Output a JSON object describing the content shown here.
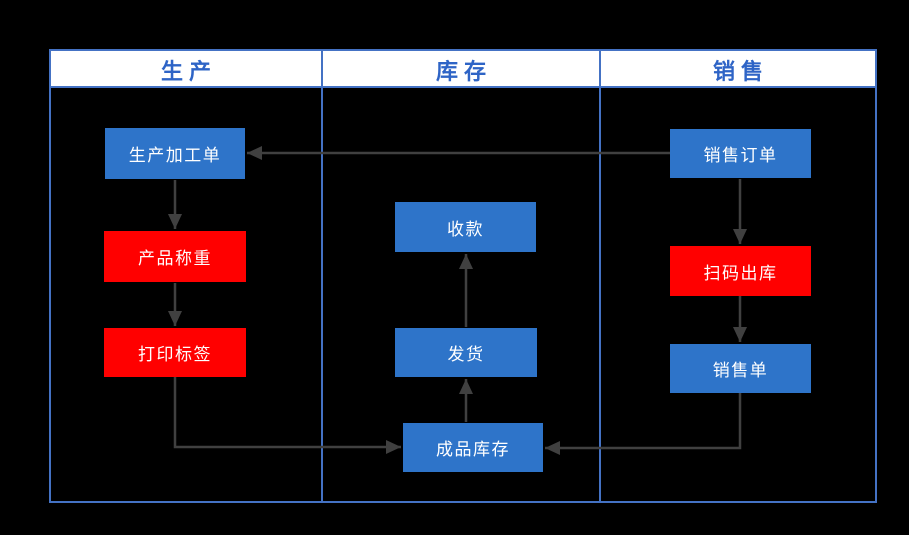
{
  "diagram": {
    "title": "",
    "headers": [
      "生产",
      "库存",
      "销售"
    ],
    "nodes": [
      {
        "id": "production-order",
        "label": "生产加工单",
        "color": "blue",
        "column": "生产"
      },
      {
        "id": "product-weighing",
        "label": "产品称重",
        "color": "red",
        "column": "生产"
      },
      {
        "id": "print-label",
        "label": "打印标签",
        "color": "red",
        "column": "生产"
      },
      {
        "id": "payment-collection",
        "label": "收款",
        "color": "blue",
        "column": "库存"
      },
      {
        "id": "shipping",
        "label": "发货",
        "color": "blue",
        "column": "库存"
      },
      {
        "id": "finished-goods-inventory",
        "label": "成品库存",
        "color": "blue",
        "column": "库存"
      },
      {
        "id": "sales-order",
        "label": "销售订单",
        "color": "blue",
        "column": "销售"
      },
      {
        "id": "scan-outbound",
        "label": "扫码出库",
        "color": "red",
        "column": "销售"
      },
      {
        "id": "sales-slip",
        "label": "销售单",
        "color": "blue",
        "column": "销售"
      }
    ],
    "edges": [
      {
        "from": "sales-order",
        "to": "production-order"
      },
      {
        "from": "production-order",
        "to": "product-weighing"
      },
      {
        "from": "product-weighing",
        "to": "print-label"
      },
      {
        "from": "print-label",
        "to": "finished-goods-inventory"
      },
      {
        "from": "sales-order",
        "to": "scan-outbound"
      },
      {
        "from": "scan-outbound",
        "to": "sales-slip"
      },
      {
        "from": "sales-slip",
        "to": "finished-goods-inventory"
      },
      {
        "from": "finished-goods-inventory",
        "to": "shipping"
      },
      {
        "from": "shipping",
        "to": "payment-collection"
      }
    ]
  },
  "colors": {
    "page_bg": "#000000",
    "header_bg": "#FFFFFF",
    "header_text": "#2E64C6",
    "border_blue": "#4472C4",
    "node_blue": "#2E74C9",
    "node_red": "#FF0000",
    "node_text": "#FFFFFF",
    "arrow": "#404040"
  }
}
